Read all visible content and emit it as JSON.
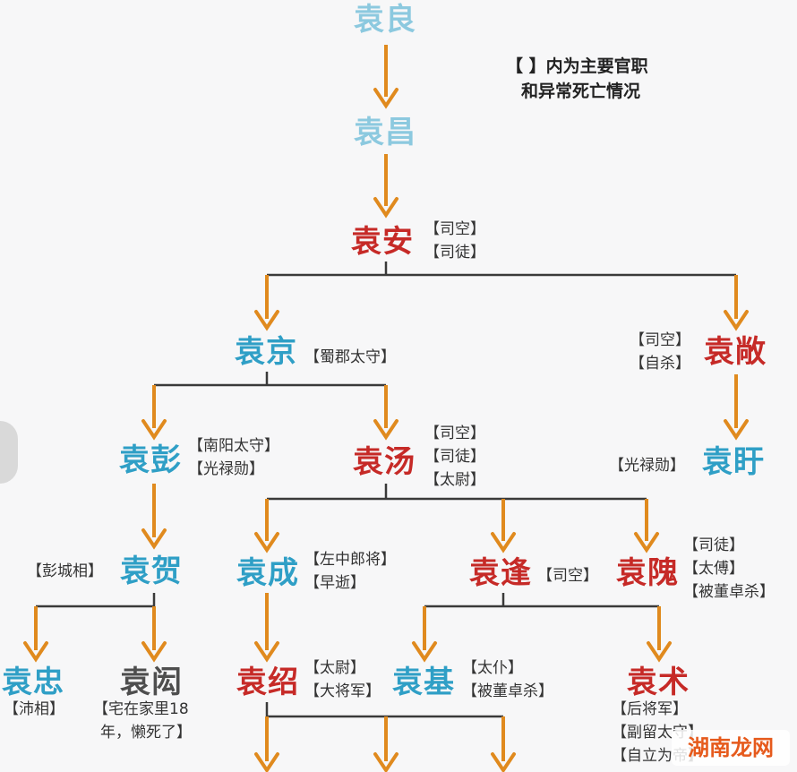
{
  "note": [
    "【 】内为主要官职",
    "和异常死亡情况"
  ],
  "people": {
    "yuanliang": {
      "name": "袁良"
    },
    "yuanchang": {
      "name": "袁昌"
    },
    "yuanan": {
      "name": "袁安",
      "tags": [
        "【司空】",
        "【司徒】"
      ]
    },
    "yuanjing": {
      "name": "袁京",
      "tags": [
        "【蜀郡太守】"
      ]
    },
    "yuanchang2": {
      "name": "袁敞",
      "tags": [
        "【司空】",
        "【自杀】"
      ]
    },
    "yuanpeng": {
      "name": "袁彭",
      "tags": [
        "【南阳太守】",
        "【光禄勋】"
      ]
    },
    "yuantang": {
      "name": "袁汤",
      "tags": [
        "【司空】",
        "【司徒】",
        "【太尉】"
      ]
    },
    "yuanxu": {
      "name": "袁盱",
      "tags": [
        "【光禄勋】"
      ]
    },
    "yuanhe": {
      "name": "袁贺",
      "tags": [
        "【彭城相】"
      ]
    },
    "yuancheng": {
      "name": "袁成",
      "tags": [
        "【左中郎将】",
        "【早逝】"
      ]
    },
    "yuanfeng": {
      "name": "袁逢",
      "tags": [
        "【司空】"
      ]
    },
    "yuanwei": {
      "name": "袁隗",
      "tags": [
        "【司徒】",
        "【太傅】",
        "【被董卓杀】"
      ]
    },
    "yuanzhong": {
      "name": "袁忠",
      "tags": [
        "【沛相】"
      ]
    },
    "yuanhong": {
      "name": "袁闳",
      "tags": [
        "【宅在家里18",
        "年，懒死了】"
      ]
    },
    "yuanshao": {
      "name": "袁绍",
      "tags": [
        "【太尉】",
        "【大将军】"
      ]
    },
    "yuanji": {
      "name": "袁基",
      "tags": [
        "【太仆】",
        "【被董卓杀】"
      ]
    },
    "yuanshu": {
      "name": "袁术",
      "tags": [
        "【后将军】",
        "【副留太守】",
        "【自立为帝】"
      ]
    }
  },
  "watermark": "湖南龙网",
  "colors": {
    "line": "#3a3a3a",
    "arrow": "#e08a1e",
    "blue": "#2f9fc6",
    "red": "#c62a27"
  }
}
